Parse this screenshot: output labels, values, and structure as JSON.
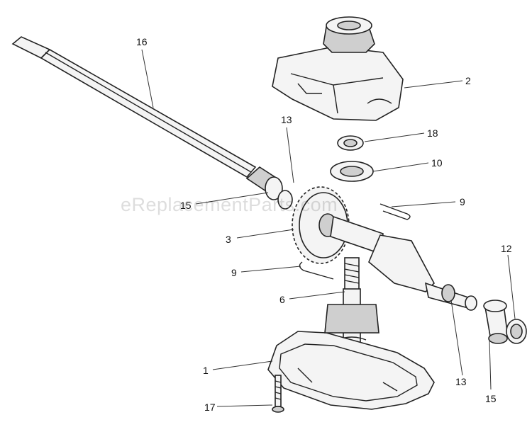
{
  "watermark": "eReplacementParts.com",
  "callouts": {
    "p1": "1",
    "p2": "2",
    "p3": "3",
    "p6": "6",
    "p9a": "9",
    "p9b": "9",
    "p10": "10",
    "p12": "12",
    "p13a": "13",
    "p13b": "13",
    "p15a": "15",
    "p15b": "15",
    "p16": "16",
    "p17": "17",
    "p18": "18"
  }
}
